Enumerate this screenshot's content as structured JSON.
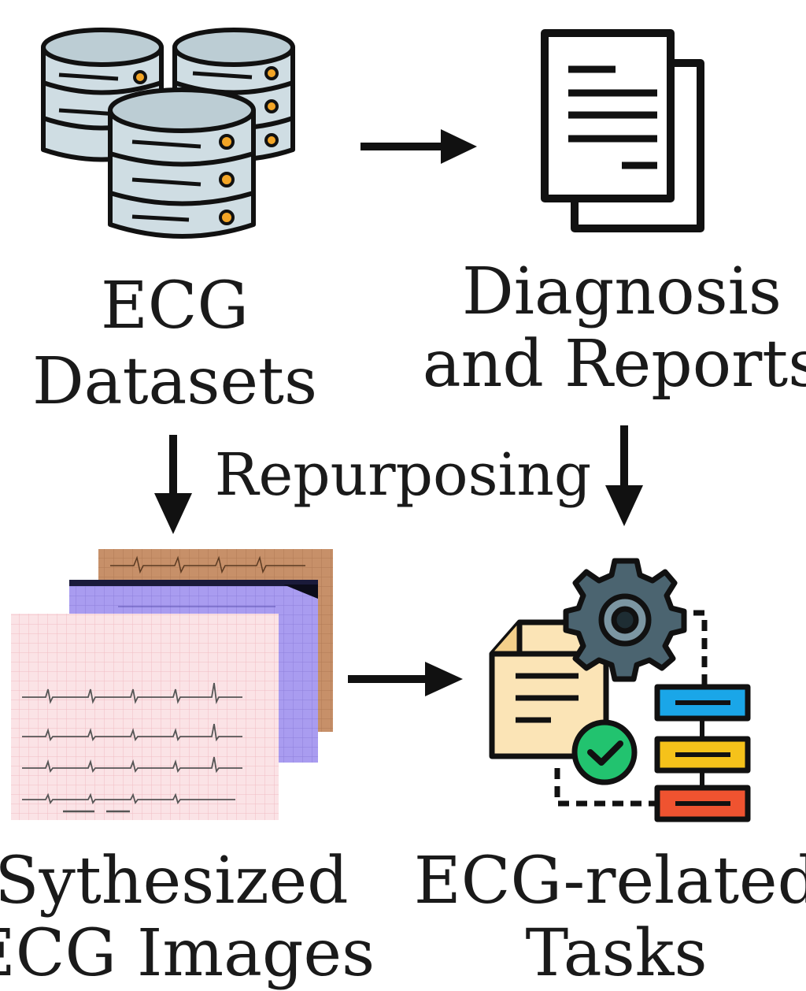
{
  "nodes": {
    "datasets": {
      "line1": "ECG",
      "line2": "Datasets",
      "icon": "database-stack-icon"
    },
    "reports": {
      "line1": "Diagnosis",
      "line2": "and Reports",
      "icon": "documents-icon"
    },
    "images": {
      "line1": "Sythesized",
      "line2": "ECG Images",
      "icon": "ecg-paper-stack-icon"
    },
    "tasks": {
      "line1": "ECG-related",
      "line2": "Tasks",
      "icon": "workflow-gear-icon"
    }
  },
  "edge_label": "Repurposing",
  "colors": {
    "ink": "#111111",
    "db_fill": "#cfdde3",
    "db_accent": "#f3a526",
    "doc_fill": "#ffffff",
    "gear": "#4b6470",
    "task_doc": "#fbe4b6",
    "check": "#22c36f",
    "bar_blue": "#1aa6e8",
    "bar_yellow": "#f5c21a",
    "bar_red": "#ef5330",
    "ecg_pink": "#fbe3e6",
    "ecg_purple": "#a99cf0",
    "ecg_brown": "#c79069"
  }
}
